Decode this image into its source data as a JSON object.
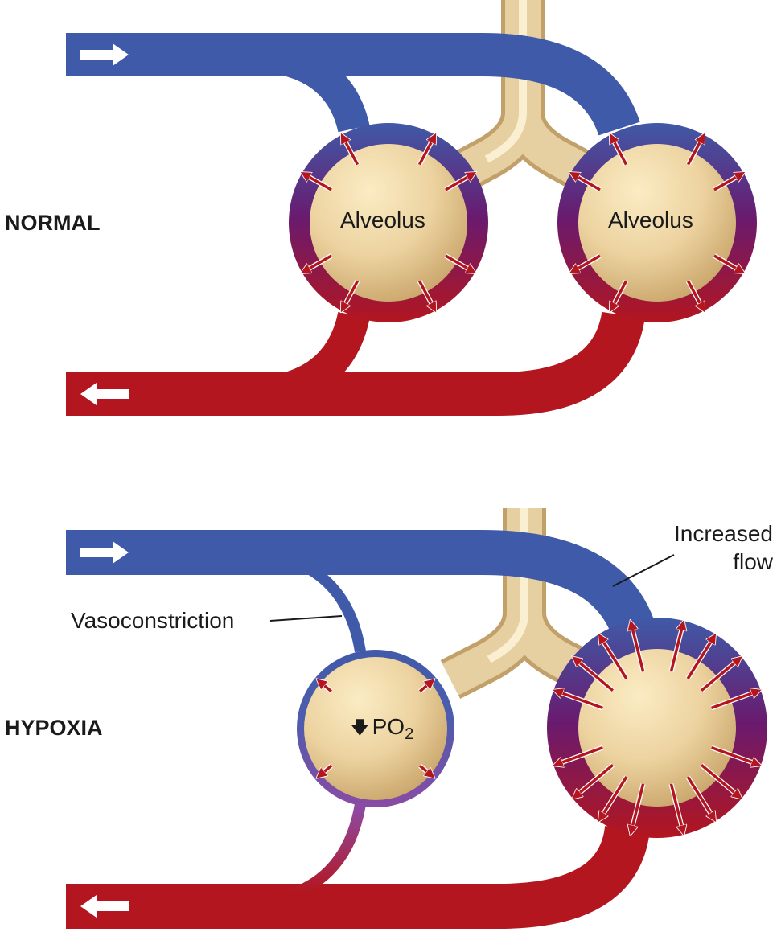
{
  "sections": {
    "normal": "NORMAL",
    "hypoxia": "HYPOXIA"
  },
  "normal": {
    "left_alveolus_label": "Alveolus",
    "right_alveolus_label": "Alveolus"
  },
  "hypoxia": {
    "annotation_left": "Vasoconstriction",
    "annotation_right_line1": "Increased",
    "annotation_right_line2": "flow",
    "po2_prefix": "PO",
    "po2_sub": "2"
  },
  "icons": {
    "inflow_arrow": "right-arrow-icon",
    "outflow_arrow": "left-arrow-icon",
    "diffusion_arrow": "red-arrow-icon",
    "decrease_arrow": "down-arrow-icon"
  },
  "colors": {
    "deoxygenated_blood": "#3f5aa8",
    "oxygenated_blood": "#b3161f",
    "capillary_mix": "#6a1a6e",
    "airway": "#e2c998",
    "diffusion_arrow": "#b3161f"
  }
}
